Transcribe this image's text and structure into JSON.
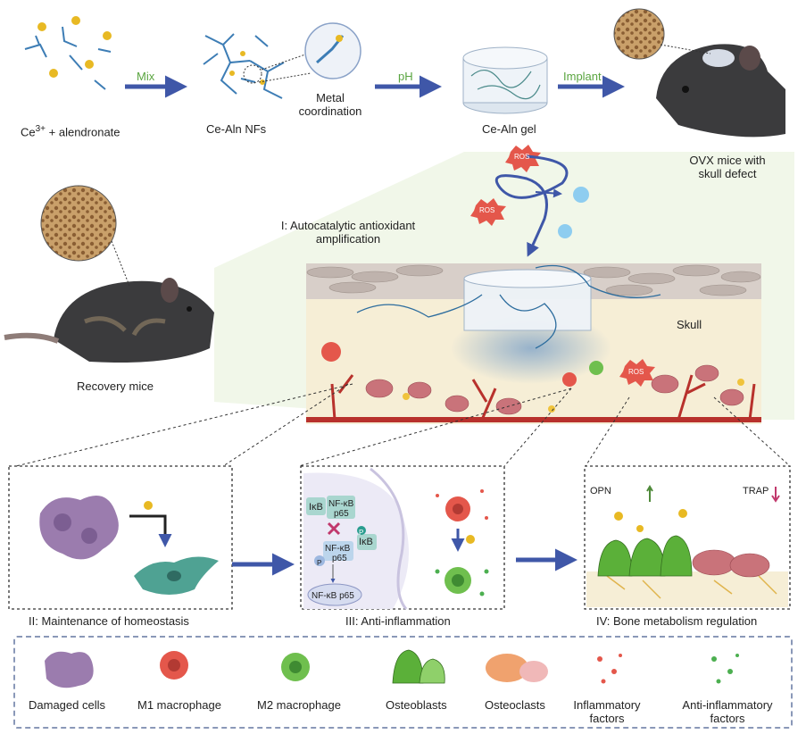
{
  "top_flow": {
    "ce_alendronate_base": "Ce",
    "ce_alendronate_sup": "3+",
    "ce_alendronate_rest": " + alendronate",
    "mix": "Mix",
    "ce_aln_nfs": "Ce-Aln NFs",
    "metal_coordination_1": "Metal",
    "metal_coordination_2": "coordination",
    "ph": "pH",
    "ce_aln_gel": "Ce-Aln gel",
    "implant": "Implant",
    "ovx_1": "OVX mice with",
    "ovx_2": "skull defect"
  },
  "middle": {
    "ros": "ROS",
    "step1_1": "I: Autocatalytic antioxidant",
    "step1_2": "amplification",
    "skull": "Skull",
    "recovery": "Recovery mice"
  },
  "panels": {
    "step2": "II: Maintenance of homeostasis",
    "step3": "III: Anti-inflammation",
    "step4": "IV: Bone metabolism regulation",
    "ikb": "IκB",
    "nfkb": "NF-κB",
    "p65": "p65",
    "p": "P",
    "nfkb_p65": "NF-κB p65",
    "opn": "OPN",
    "trap": "TRAP"
  },
  "legend": [
    {
      "label": "Damaged cells"
    },
    {
      "label": "M1 macrophage"
    },
    {
      "label": "M2 macrophage"
    },
    {
      "label": "Osteoblasts"
    },
    {
      "label": "Osteoclasts"
    },
    {
      "label_1": "Inflammatory",
      "label_2": "factors"
    },
    {
      "label_1": "Anti-inflammatory",
      "label_2": "factors"
    }
  ],
  "colors": {
    "arrow": "#3f57a8",
    "arrow_label": "#5aa540",
    "bone": "#f6eed6",
    "vessel": "#b8312c",
    "ros": "#e4574b",
    "m1": "#e4574b",
    "m2": "#6fbf4e",
    "osteoclast": "#c9737a",
    "mouse": "#3b3b3d"
  }
}
